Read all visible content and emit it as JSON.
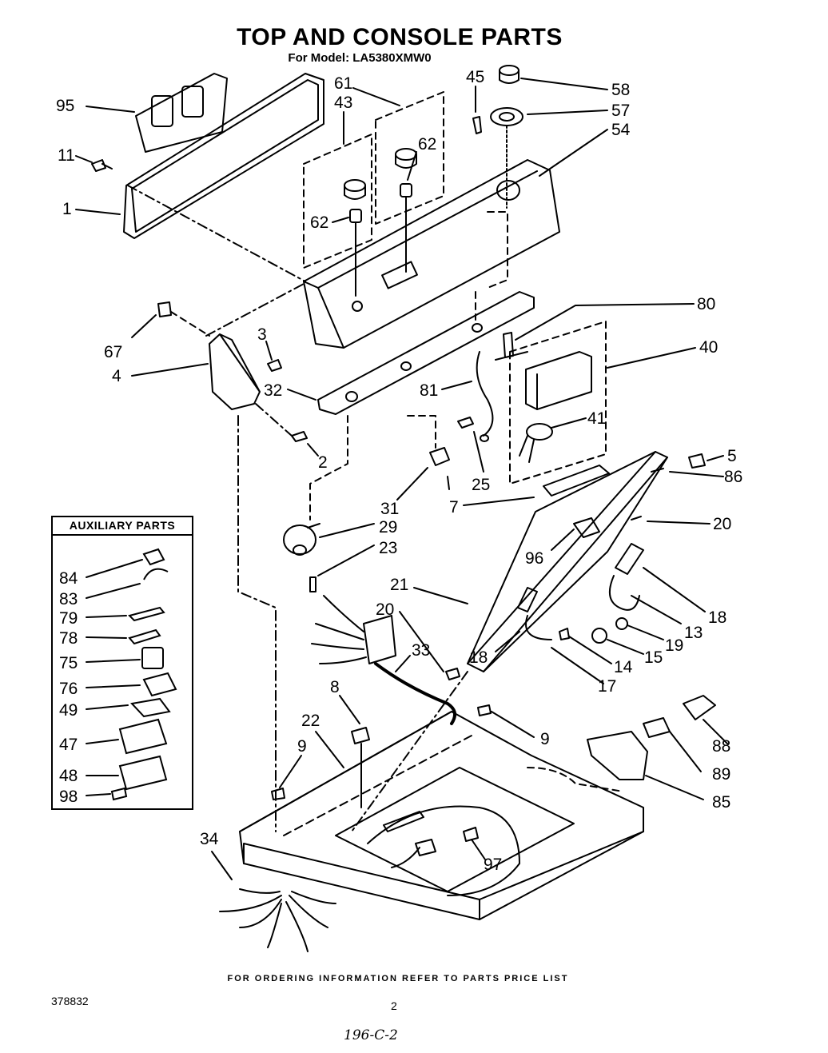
{
  "header": {
    "title": "TOP AND CONSOLE PARTS",
    "subtitle": "For Model: LA5380XMW0"
  },
  "auxiliary": {
    "title": "AUXILIARY PARTS"
  },
  "callouts": {
    "c95": "95",
    "c11": "11",
    "c1": "1",
    "c61": "61",
    "c43": "43",
    "c62a": "62",
    "c62b": "62",
    "c45": "45",
    "c58": "58",
    "c57": "57",
    "c54": "54",
    "c80": "80",
    "c40": "40",
    "c67": "67",
    "c3": "3",
    "c4": "4",
    "c32": "32",
    "c2": "2",
    "c81": "81",
    "c41": "41",
    "c25": "25",
    "c31": "31",
    "c5": "5",
    "c86": "86",
    "c7": "7",
    "c20a": "20",
    "c29": "29",
    "c23": "23",
    "c96": "96",
    "c84": "84",
    "c83": "83",
    "c79": "79",
    "c78": "78",
    "c75": "75",
    "c76": "76",
    "c49": "49",
    "c47": "47",
    "c48": "48",
    "c98": "98",
    "c21": "21",
    "c20b": "20",
    "c33": "33",
    "c18a": "18",
    "c18b": "18",
    "c13": "13",
    "c19": "19",
    "c15": "15",
    "c14": "14",
    "c17": "17",
    "c8": "8",
    "c22": "22",
    "c9a": "9",
    "c9b": "9",
    "c88": "88",
    "c89": "89",
    "c85": "85",
    "c34": "34",
    "c97": "97"
  },
  "footer": {
    "note": "FOR ORDERING INFORMATION REFER TO PARTS PRICE LIST",
    "doc_number": "378832",
    "page_number": "2",
    "handwritten": "196-C-2"
  }
}
